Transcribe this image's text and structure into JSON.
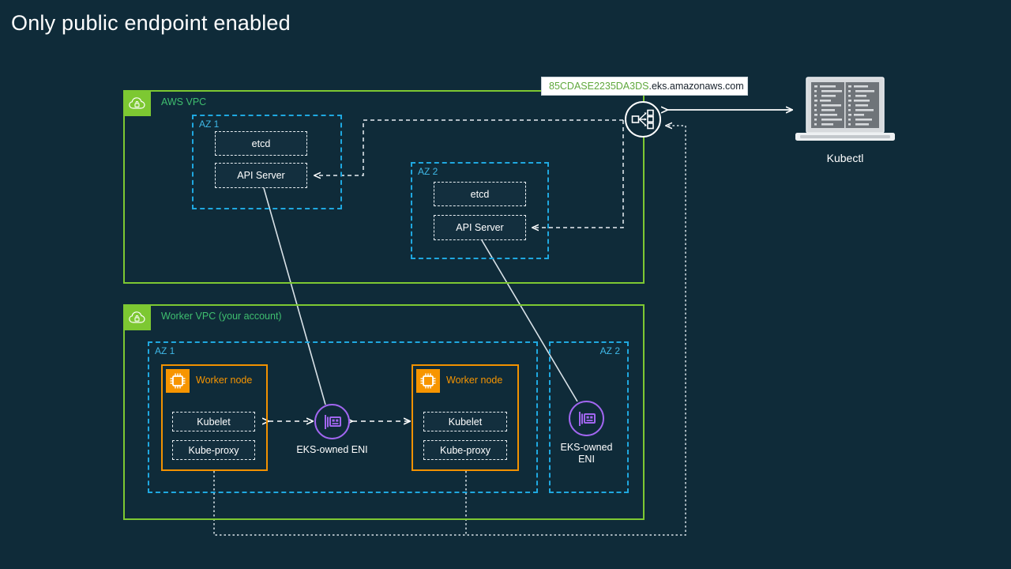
{
  "title": "Only public endpoint enabled",
  "endpoint": {
    "id": "85CDASE2235DA3DS",
    "domain": ".eks.amazonaws.com",
    "icon": "endpoint-distribution-icon"
  },
  "client": {
    "label": "Kubectl",
    "icon": "laptop-icon"
  },
  "aws_vpc": {
    "label": "AWS VPC",
    "icon": "vpc-cloud-lock-icon",
    "zones": [
      {
        "label": "AZ 1",
        "components": [
          {
            "label": "etcd"
          },
          {
            "label": "API Server"
          }
        ]
      },
      {
        "label": "AZ 2",
        "components": [
          {
            "label": "etcd"
          },
          {
            "label": "API Server"
          }
        ]
      }
    ]
  },
  "worker_vpc": {
    "label": "Worker VPC (your account)",
    "icon": "vpc-cloud-lock-icon",
    "zones": [
      {
        "label": "AZ 1"
      },
      {
        "label": "AZ 2"
      }
    ],
    "worker_nodes": [
      {
        "label": "Worker node",
        "icon": "cpu-chip-icon",
        "components": [
          {
            "label": "Kubelet"
          },
          {
            "label": "Kube-proxy"
          }
        ]
      },
      {
        "label": "Worker node",
        "icon": "cpu-chip-icon",
        "components": [
          {
            "label": "Kubelet"
          },
          {
            "label": "Kube-proxy"
          }
        ]
      }
    ],
    "enis": [
      {
        "label": "EKS-owned ENI",
        "icon": "network-interface-icon"
      },
      {
        "label_line1": "EKS-owned",
        "label_line2": "ENI",
        "icon": "network-interface-icon"
      }
    ]
  },
  "colors": {
    "background": "#0f2b39",
    "vpc_border": "#7dc832",
    "vpc_tab": "#7dc832",
    "vpc_label": "#3fbf6f",
    "az_border": "#1fa8e0",
    "az_label": "#3fb9e8",
    "worker_border": "#f29100",
    "worker_label": "#f79500",
    "eni_circle": "#a166f0",
    "component_fill": "#132f3e",
    "component_border": "#e8eef2",
    "text": "#ffffff",
    "endpoint_id": "#5fa83c"
  }
}
